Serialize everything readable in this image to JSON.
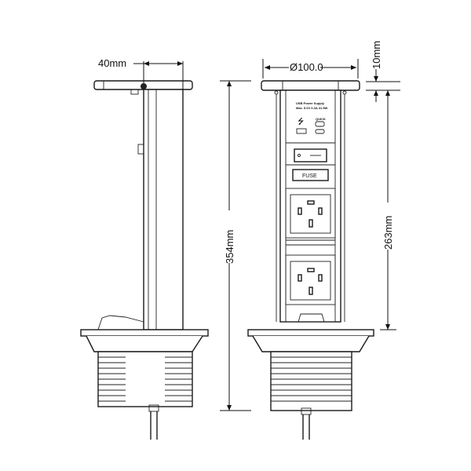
{
  "dimensions": {
    "side_width": "40mm",
    "diameter": "Ø100.0",
    "lid_thickness": "10mm",
    "total_height": "354mm",
    "extended_height": "263mm"
  },
  "panel": {
    "usb_title": "USB Power Supply",
    "usb_rating": "Max. 5.0V   6.3A 31.5W",
    "qc_label": "QUICK",
    "fuse_label": "FUSE"
  }
}
